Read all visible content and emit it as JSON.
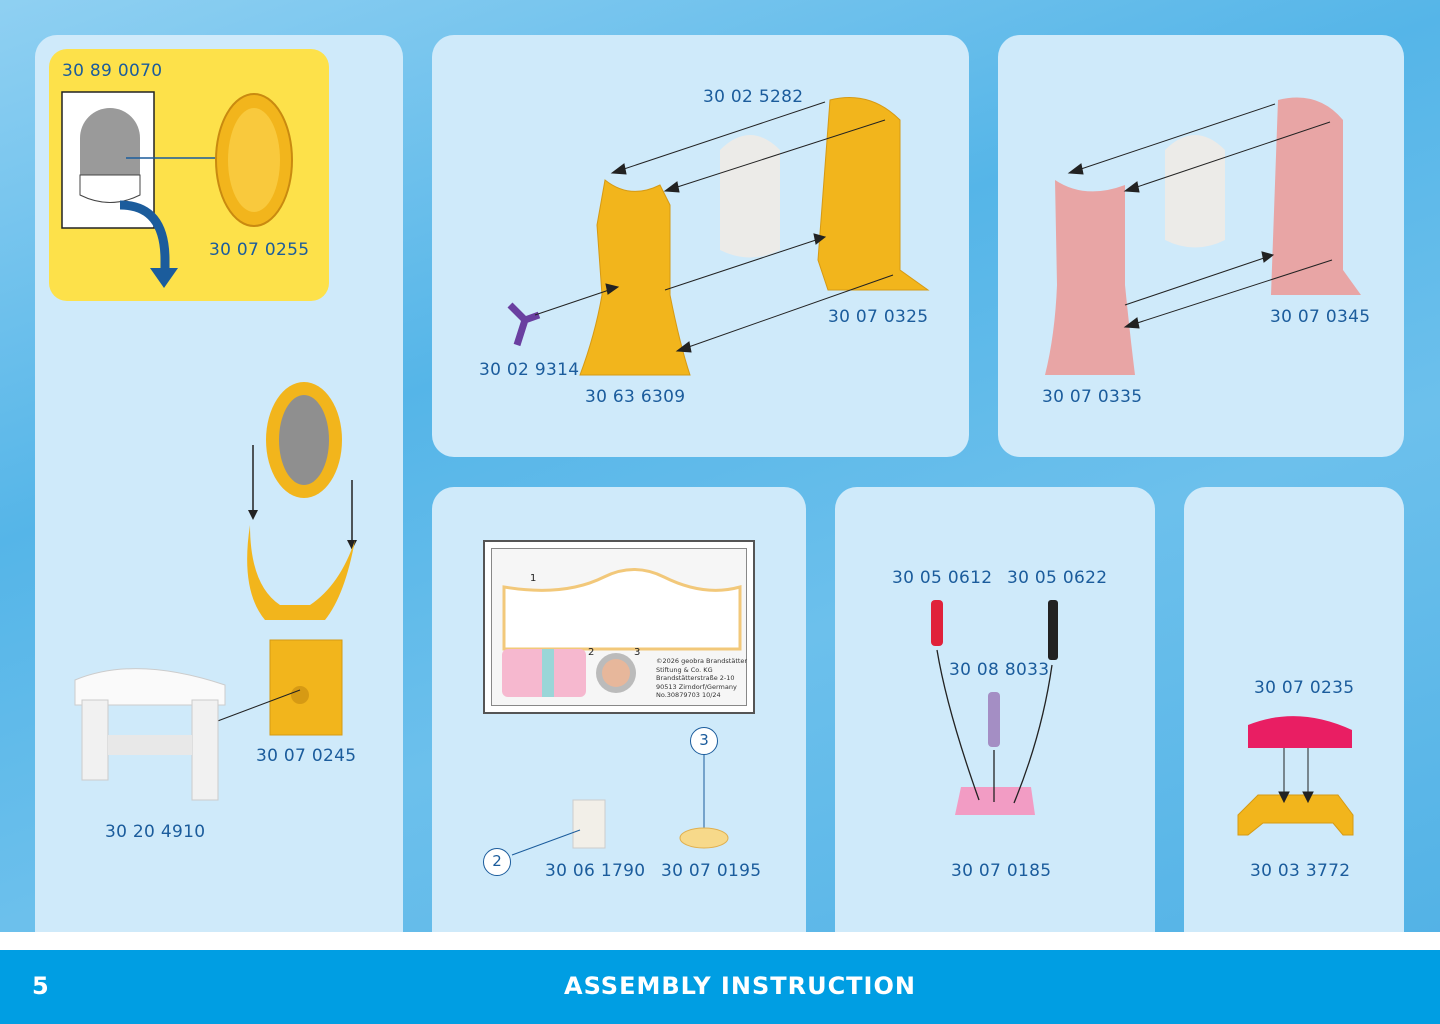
{
  "footer": {
    "page_number": "5",
    "title": "ASSEMBLY INSTRUCTION"
  },
  "panel_mirror": {
    "set_number": "30 89 0070",
    "mirror_frame": "30 07 0255",
    "mirror_stand": "30 07 0245",
    "table": "30 20 4910"
  },
  "panel_yellow_dress": {
    "top_part": "30 02 5282",
    "back_part": "30 07 0325",
    "bow": "30 02 9314",
    "dress": "30 63 6309"
  },
  "panel_pink_dress": {
    "back_part": "30 07 0345",
    "dress": "30 07 0335"
  },
  "panel_sticker": {
    "labels": [
      "1",
      "2",
      "3"
    ],
    "legal": [
      "©2026 geobra Brandstätter",
      "Stiftung & Co. KG",
      "Brandstätterstraße 2-10",
      "90513 Zirndorf/Germany",
      "No.30879703      10/24"
    ],
    "callout_2": "2",
    "callout_3": "3",
    "book": "30 06 1790",
    "compact": "30 07 0195"
  },
  "panel_makeup": {
    "lipstick": "30 05 0612",
    "mascara": "30 05 0622",
    "brush": "30 08 8033",
    "holder": "30 07 0185"
  },
  "panel_stool": {
    "cushion": "30 07 0235",
    "base": "30 03 3772"
  },
  "colors": {
    "panel": "#cfeafa",
    "text": "#1b5c9c",
    "footer": "#009ee3",
    "yellow": "#fde14a",
    "gold": "#f2b51c"
  }
}
